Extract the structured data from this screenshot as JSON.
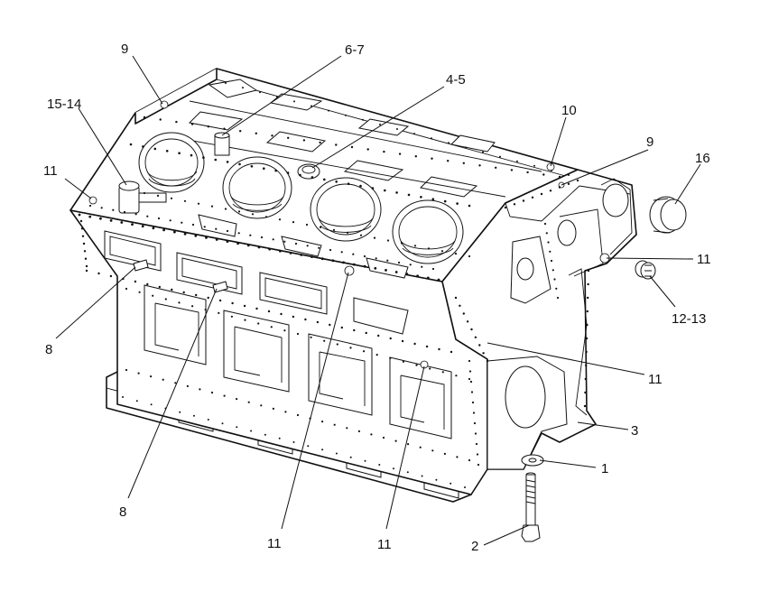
{
  "callouts": [
    {
      "id": "c-9-top",
      "text": "9"
    },
    {
      "id": "c-6-7",
      "text": "6-7"
    },
    {
      "id": "c-4-5",
      "text": "4-5"
    },
    {
      "id": "c-15-14",
      "text": "15-14"
    },
    {
      "id": "c-11-left",
      "text": "11"
    },
    {
      "id": "c-10",
      "text": "10"
    },
    {
      "id": "c-9-right",
      "text": "9"
    },
    {
      "id": "c-16",
      "text": "16"
    },
    {
      "id": "c-11-right",
      "text": "11"
    },
    {
      "id": "c-12-13",
      "text": "12-13"
    },
    {
      "id": "c-8-left",
      "text": "8"
    },
    {
      "id": "c-11-mid",
      "text": "11"
    },
    {
      "id": "c-3",
      "text": "3"
    },
    {
      "id": "c-1",
      "text": "1"
    },
    {
      "id": "c-8-bottom",
      "text": "8"
    },
    {
      "id": "c-11-bottom-a",
      "text": "11"
    },
    {
      "id": "c-11-bottom-b",
      "text": "11"
    },
    {
      "id": "c-2",
      "text": "2"
    }
  ]
}
